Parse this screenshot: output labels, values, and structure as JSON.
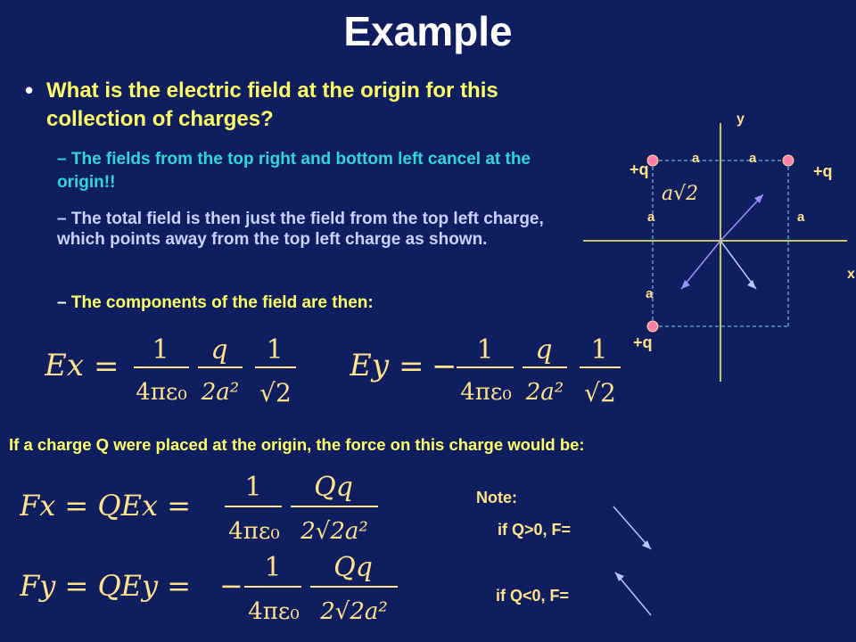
{
  "title": "Example",
  "bullet": "•",
  "question": "What is the electric field at the origin for this collection of charges?",
  "subpoints": [
    {
      "dash": "–",
      "text": "The fields from the top right and bottom left cancel at the origin!!"
    },
    {
      "dash": "–",
      "text": "The total field is then just the field from the top left charge, which points away from the top left charge as shown."
    },
    {
      "dash": "–",
      "text": "The components of the field are then:"
    }
  ],
  "equations": {
    "ex": {
      "lhs": "Ex",
      "eq": "=",
      "sign": "",
      "f1_num": "1",
      "f1_den": "4πε₀",
      "f2_num": "q",
      "f2_den": "2a²",
      "f3_num": "1",
      "f3_den": "√2"
    },
    "ey": {
      "lhs": "Ey",
      "eq": "=",
      "sign": "−",
      "f1_num": "1",
      "f1_den": "4πε₀",
      "f2_num": "q",
      "f2_den": "2a²",
      "f3_num": "1",
      "f3_den": "√2"
    },
    "fx": {
      "lhs": "Fx = QEx =",
      "sign": "",
      "f1_num": "1",
      "f1_den": "4πε₀",
      "f2_num": "Qq",
      "f2_den": "2√2a²"
    },
    "fy": {
      "lhs": "Fy = QEy =",
      "sign": "−",
      "f1_num": "1",
      "f1_den": "4πε₀",
      "f2_num": "Qq",
      "f2_den": "2√2a²"
    }
  },
  "force_sentence": "If a charge Q were placed at the origin, the force on this charge would be:",
  "note": {
    "label": "Note:",
    "pos": "if Q>0, F=",
    "neg": "if Q<0, F="
  },
  "diagram": {
    "axis_y": "y",
    "axis_x": "x",
    "charges": [
      "+q",
      "+q",
      "+q"
    ],
    "distances": [
      "a",
      "a",
      "a",
      "a",
      "a"
    ],
    "diag_label": "a√2",
    "colors": {
      "axis": "#ffff66",
      "dash": "#6ab0e0",
      "arrow_dark": "#a090ff",
      "arrow_light": "#b8c8ff",
      "charge": "#ff80b0"
    }
  }
}
